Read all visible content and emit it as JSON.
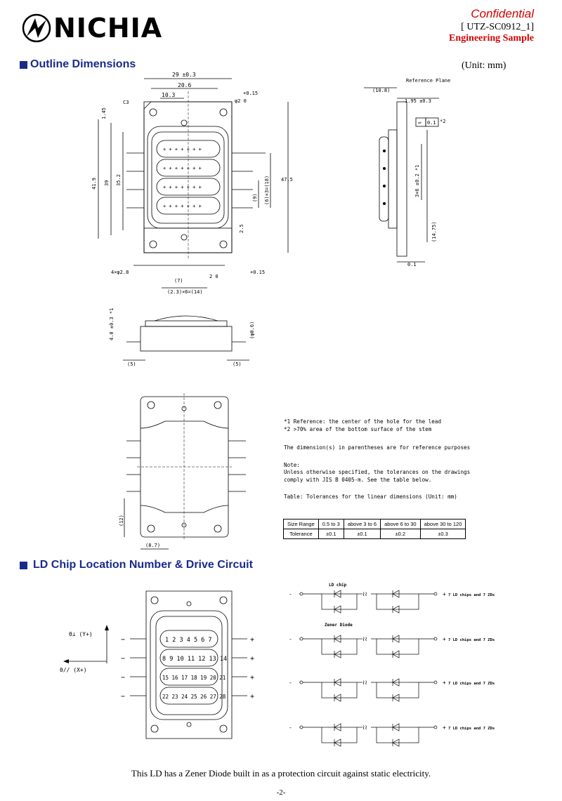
{
  "header": {
    "logo_text": "NICHIA",
    "confidential": "Confidential",
    "doc_id": "[ UTZ-SC0912_1]",
    "engineering": "Engineering Sample"
  },
  "section1": {
    "title": "Outline Dimensions",
    "unit": "(Unit: mm)"
  },
  "top_view": {
    "dim_29": "29 ±0.3",
    "dim_206": "20.6",
    "dim_103": "10.3",
    "dim_015a": "+0.15",
    "dim_phi2": "φ2  0",
    "dim_c3": "C3",
    "dim_145": "1.45",
    "dim_419": "41.9",
    "dim_39": "39",
    "dim_352": "35.2",
    "dim_475": "47.5",
    "dim_6x3": "(6)×3=(18)",
    "dim_9": "(9)",
    "dim_25": "2.5",
    "dim_4phi": "4×φ2.8",
    "dim_015b": "+0.15",
    "dim_2_0": "2  0",
    "dim_7": "(7)",
    "dim_23x6": "(2.3)×6=(14)"
  },
  "side_view": {
    "ref_plane": "Reference Plane",
    "dim_108": "(10.8)",
    "dim_195": "1.95 ±0.3",
    "flatness": "0.1",
    "star2": "*2",
    "dim_3x6": "3×6 ±0.2 *1",
    "dim_1475": "(14.75)",
    "dim_01": "0.1"
  },
  "front_view": {
    "dim_40": "4.0 ±0.3 *1",
    "dim_phi06": "(φ0.6)",
    "dim_5a": "(5)",
    "dim_5b": "(5)"
  },
  "bottom_view": {
    "dim_12": "(12)",
    "dim_87": "(8.7)"
  },
  "notes": {
    "n1": "*1 Reference: the center of the hole for the lead",
    "n2": "*2 >70% area of the bottom surface of the stem",
    "n3": "The dimension(s) in parentheses are for reference purposes",
    "n4": "Note:",
    "n5": "Unless otherwise specified, the tolerances on the drawings",
    "n6": "comply with JIS B 0405-m. See the table below.",
    "n7": "Table: Tolerances for the linear dimensions (Unit: mm)"
  },
  "tolerance_table": {
    "headers": [
      "Size Range",
      "0.5 to 3",
      "above 3 to 6",
      "above 6 to 30",
      "above 30 to 120"
    ],
    "row": [
      "Tolerance",
      "±0.1",
      "±0.1",
      "±0.2",
      "±0.3"
    ]
  },
  "section2": {
    "title": "LD Chip Location Number & Drive Circuit"
  },
  "chip_view": {
    "axis_y": "θ⊥ (Y+)",
    "axis_x": "θ// (X+)",
    "rows": [
      "1 2 3 4 5 6 7",
      "8 9 10 11 12 13 14",
      "15 16 17 18 19 20 21",
      "22 23 24 25 26 27 28"
    ],
    "minus": "−",
    "plus": "+"
  },
  "circuit": {
    "ld_chip": "LD chip",
    "zener": "Zener Diode",
    "minus": "-",
    "plus": "+",
    "row_label": "7 LD chips and 7 ZDs"
  },
  "footer": {
    "text": "This LD has a Zener Diode built in as a protection circuit against static electricity.",
    "page": "-2-"
  }
}
